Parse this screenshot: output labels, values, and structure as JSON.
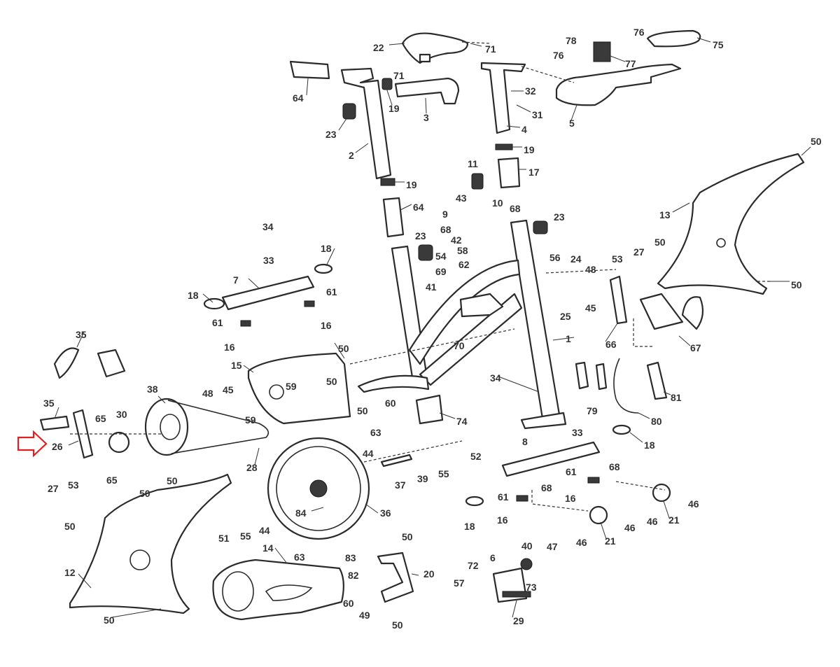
{
  "labels": [
    {
      "id": "p22",
      "text": "22"
    },
    {
      "id": "p71a",
      "text": "71"
    },
    {
      "id": "p71b",
      "text": "71"
    },
    {
      "id": "p64a",
      "text": "64"
    },
    {
      "id": "p19a",
      "text": "19"
    },
    {
      "id": "p3",
      "text": "3"
    },
    {
      "id": "p23a",
      "text": "23"
    },
    {
      "id": "p2",
      "text": "2"
    },
    {
      "id": "p19b",
      "text": "19"
    },
    {
      "id": "p64b",
      "text": "64"
    },
    {
      "id": "p32",
      "text": "32"
    },
    {
      "id": "p31",
      "text": "31"
    },
    {
      "id": "p4",
      "text": "4"
    },
    {
      "id": "p19c",
      "text": "19"
    },
    {
      "id": "p17",
      "text": "17"
    },
    {
      "id": "p78",
      "text": "78"
    },
    {
      "id": "p76a",
      "text": "76"
    },
    {
      "id": "p76b",
      "text": "76"
    },
    {
      "id": "p77",
      "text": "77"
    },
    {
      "id": "p75",
      "text": "75"
    },
    {
      "id": "p5",
      "text": "5"
    },
    {
      "id": "p50a",
      "text": "50"
    },
    {
      "id": "p13",
      "text": "13"
    },
    {
      "id": "p50b",
      "text": "50"
    },
    {
      "id": "p50c",
      "text": "50"
    },
    {
      "id": "p11",
      "text": "11"
    },
    {
      "id": "p43",
      "text": "43"
    },
    {
      "id": "p10",
      "text": "10"
    },
    {
      "id": "p9",
      "text": "9"
    },
    {
      "id": "p68a",
      "text": "68"
    },
    {
      "id": "p68b",
      "text": "68"
    },
    {
      "id": "p42",
      "text": "42"
    },
    {
      "id": "p58",
      "text": "58"
    },
    {
      "id": "p62",
      "text": "62"
    },
    {
      "id": "p23b",
      "text": "23"
    },
    {
      "id": "p23c",
      "text": "23"
    },
    {
      "id": "p54",
      "text": "54"
    },
    {
      "id": "p69",
      "text": "69"
    },
    {
      "id": "p41",
      "text": "41"
    },
    {
      "id": "p56",
      "text": "56"
    },
    {
      "id": "p24",
      "text": "24"
    },
    {
      "id": "p53a",
      "text": "53"
    },
    {
      "id": "p27a",
      "text": "27"
    },
    {
      "id": "p48a",
      "text": "48"
    },
    {
      "id": "p45a",
      "text": "45"
    },
    {
      "id": "p25",
      "text": "25"
    },
    {
      "id": "p66",
      "text": "66"
    },
    {
      "id": "p67",
      "text": "67"
    },
    {
      "id": "p70",
      "text": "70"
    },
    {
      "id": "p1",
      "text": "1"
    },
    {
      "id": "p34a",
      "text": "34"
    },
    {
      "id": "p33a",
      "text": "33"
    },
    {
      "id": "p18a",
      "text": "18"
    },
    {
      "id": "p7",
      "text": "7"
    },
    {
      "id": "p18b",
      "text": "18"
    },
    {
      "id": "p61a",
      "text": "61"
    },
    {
      "id": "p61b",
      "text": "61"
    },
    {
      "id": "p16a",
      "text": "16"
    },
    {
      "id": "p16b",
      "text": "16"
    },
    {
      "id": "p50d",
      "text": "50"
    },
    {
      "id": "p15",
      "text": "15"
    },
    {
      "id": "p59a",
      "text": "59"
    },
    {
      "id": "p50e",
      "text": "50"
    },
    {
      "id": "p35a",
      "text": "35"
    },
    {
      "id": "p35b",
      "text": "35"
    },
    {
      "id": "p38",
      "text": "38"
    },
    {
      "id": "p48b",
      "text": "48"
    },
    {
      "id": "p45b",
      "text": "45"
    },
    {
      "id": "p59b",
      "text": "59"
    },
    {
      "id": "p65a",
      "text": "65"
    },
    {
      "id": "p30",
      "text": "30"
    },
    {
      "id": "p26",
      "text": "26"
    },
    {
      "id": "p65b",
      "text": "65"
    },
    {
      "id": "p27b",
      "text": "27"
    },
    {
      "id": "p53b",
      "text": "53"
    },
    {
      "id": "p28",
      "text": "28"
    },
    {
      "id": "p50f",
      "text": "50"
    },
    {
      "id": "p60a",
      "text": "60"
    },
    {
      "id": "p63a",
      "text": "63"
    },
    {
      "id": "p74",
      "text": "74"
    },
    {
      "id": "p34b",
      "text": "34"
    },
    {
      "id": "p79",
      "text": "79"
    },
    {
      "id": "p81",
      "text": "81"
    },
    {
      "id": "p80",
      "text": "80"
    },
    {
      "id": "p33b",
      "text": "33"
    },
    {
      "id": "p18c",
      "text": "18"
    },
    {
      "id": "p44a",
      "text": "44"
    },
    {
      "id": "p52",
      "text": "52"
    },
    {
      "id": "p55a",
      "text": "55"
    },
    {
      "id": "p39",
      "text": "39"
    },
    {
      "id": "p37",
      "text": "37"
    },
    {
      "id": "p8",
      "text": "8"
    },
    {
      "id": "p61c",
      "text": "61"
    },
    {
      "id": "p68c",
      "text": "68"
    },
    {
      "id": "p68d",
      "text": "68"
    },
    {
      "id": "p61d",
      "text": "61"
    },
    {
      "id": "p16c",
      "text": "16"
    },
    {
      "id": "p16d",
      "text": "16"
    },
    {
      "id": "p18d",
      "text": "18"
    },
    {
      "id": "p46a",
      "text": "46"
    },
    {
      "id": "p46b",
      "text": "46"
    },
    {
      "id": "p21a",
      "text": "21"
    },
    {
      "id": "p46c",
      "text": "46"
    },
    {
      "id": "p21b",
      "text": "21"
    },
    {
      "id": "p46d",
      "text": "46"
    },
    {
      "id": "p50g",
      "text": "50"
    },
    {
      "id": "p50h",
      "text": "50"
    },
    {
      "id": "p50i",
      "text": "50"
    },
    {
      "id": "p12",
      "text": "12"
    },
    {
      "id": "p50j",
      "text": "50"
    },
    {
      "id": "p84",
      "text": "84"
    },
    {
      "id": "p36",
      "text": "36"
    },
    {
      "id": "p51",
      "text": "51"
    },
    {
      "id": "p55b",
      "text": "55"
    },
    {
      "id": "p44b",
      "text": "44"
    },
    {
      "id": "p14",
      "text": "14"
    },
    {
      "id": "p63b",
      "text": "63"
    },
    {
      "id": "p83",
      "text": "83"
    },
    {
      "id": "p82",
      "text": "82"
    },
    {
      "id": "p60b",
      "text": "60"
    },
    {
      "id": "p50k",
      "text": "50"
    },
    {
      "id": "p20",
      "text": "20"
    },
    {
      "id": "p49",
      "text": "49"
    },
    {
      "id": "p50l",
      "text": "50"
    },
    {
      "id": "p40",
      "text": "40"
    },
    {
      "id": "p47",
      "text": "47"
    },
    {
      "id": "p72",
      "text": "72"
    },
    {
      "id": "p6",
      "text": "6"
    },
    {
      "id": "p57",
      "text": "57"
    },
    {
      "id": "p73",
      "text": "73"
    },
    {
      "id": "p29",
      "text": "29"
    }
  ],
  "callout": {
    "color": "#e02020",
    "icon": "arrow-right-icon"
  }
}
